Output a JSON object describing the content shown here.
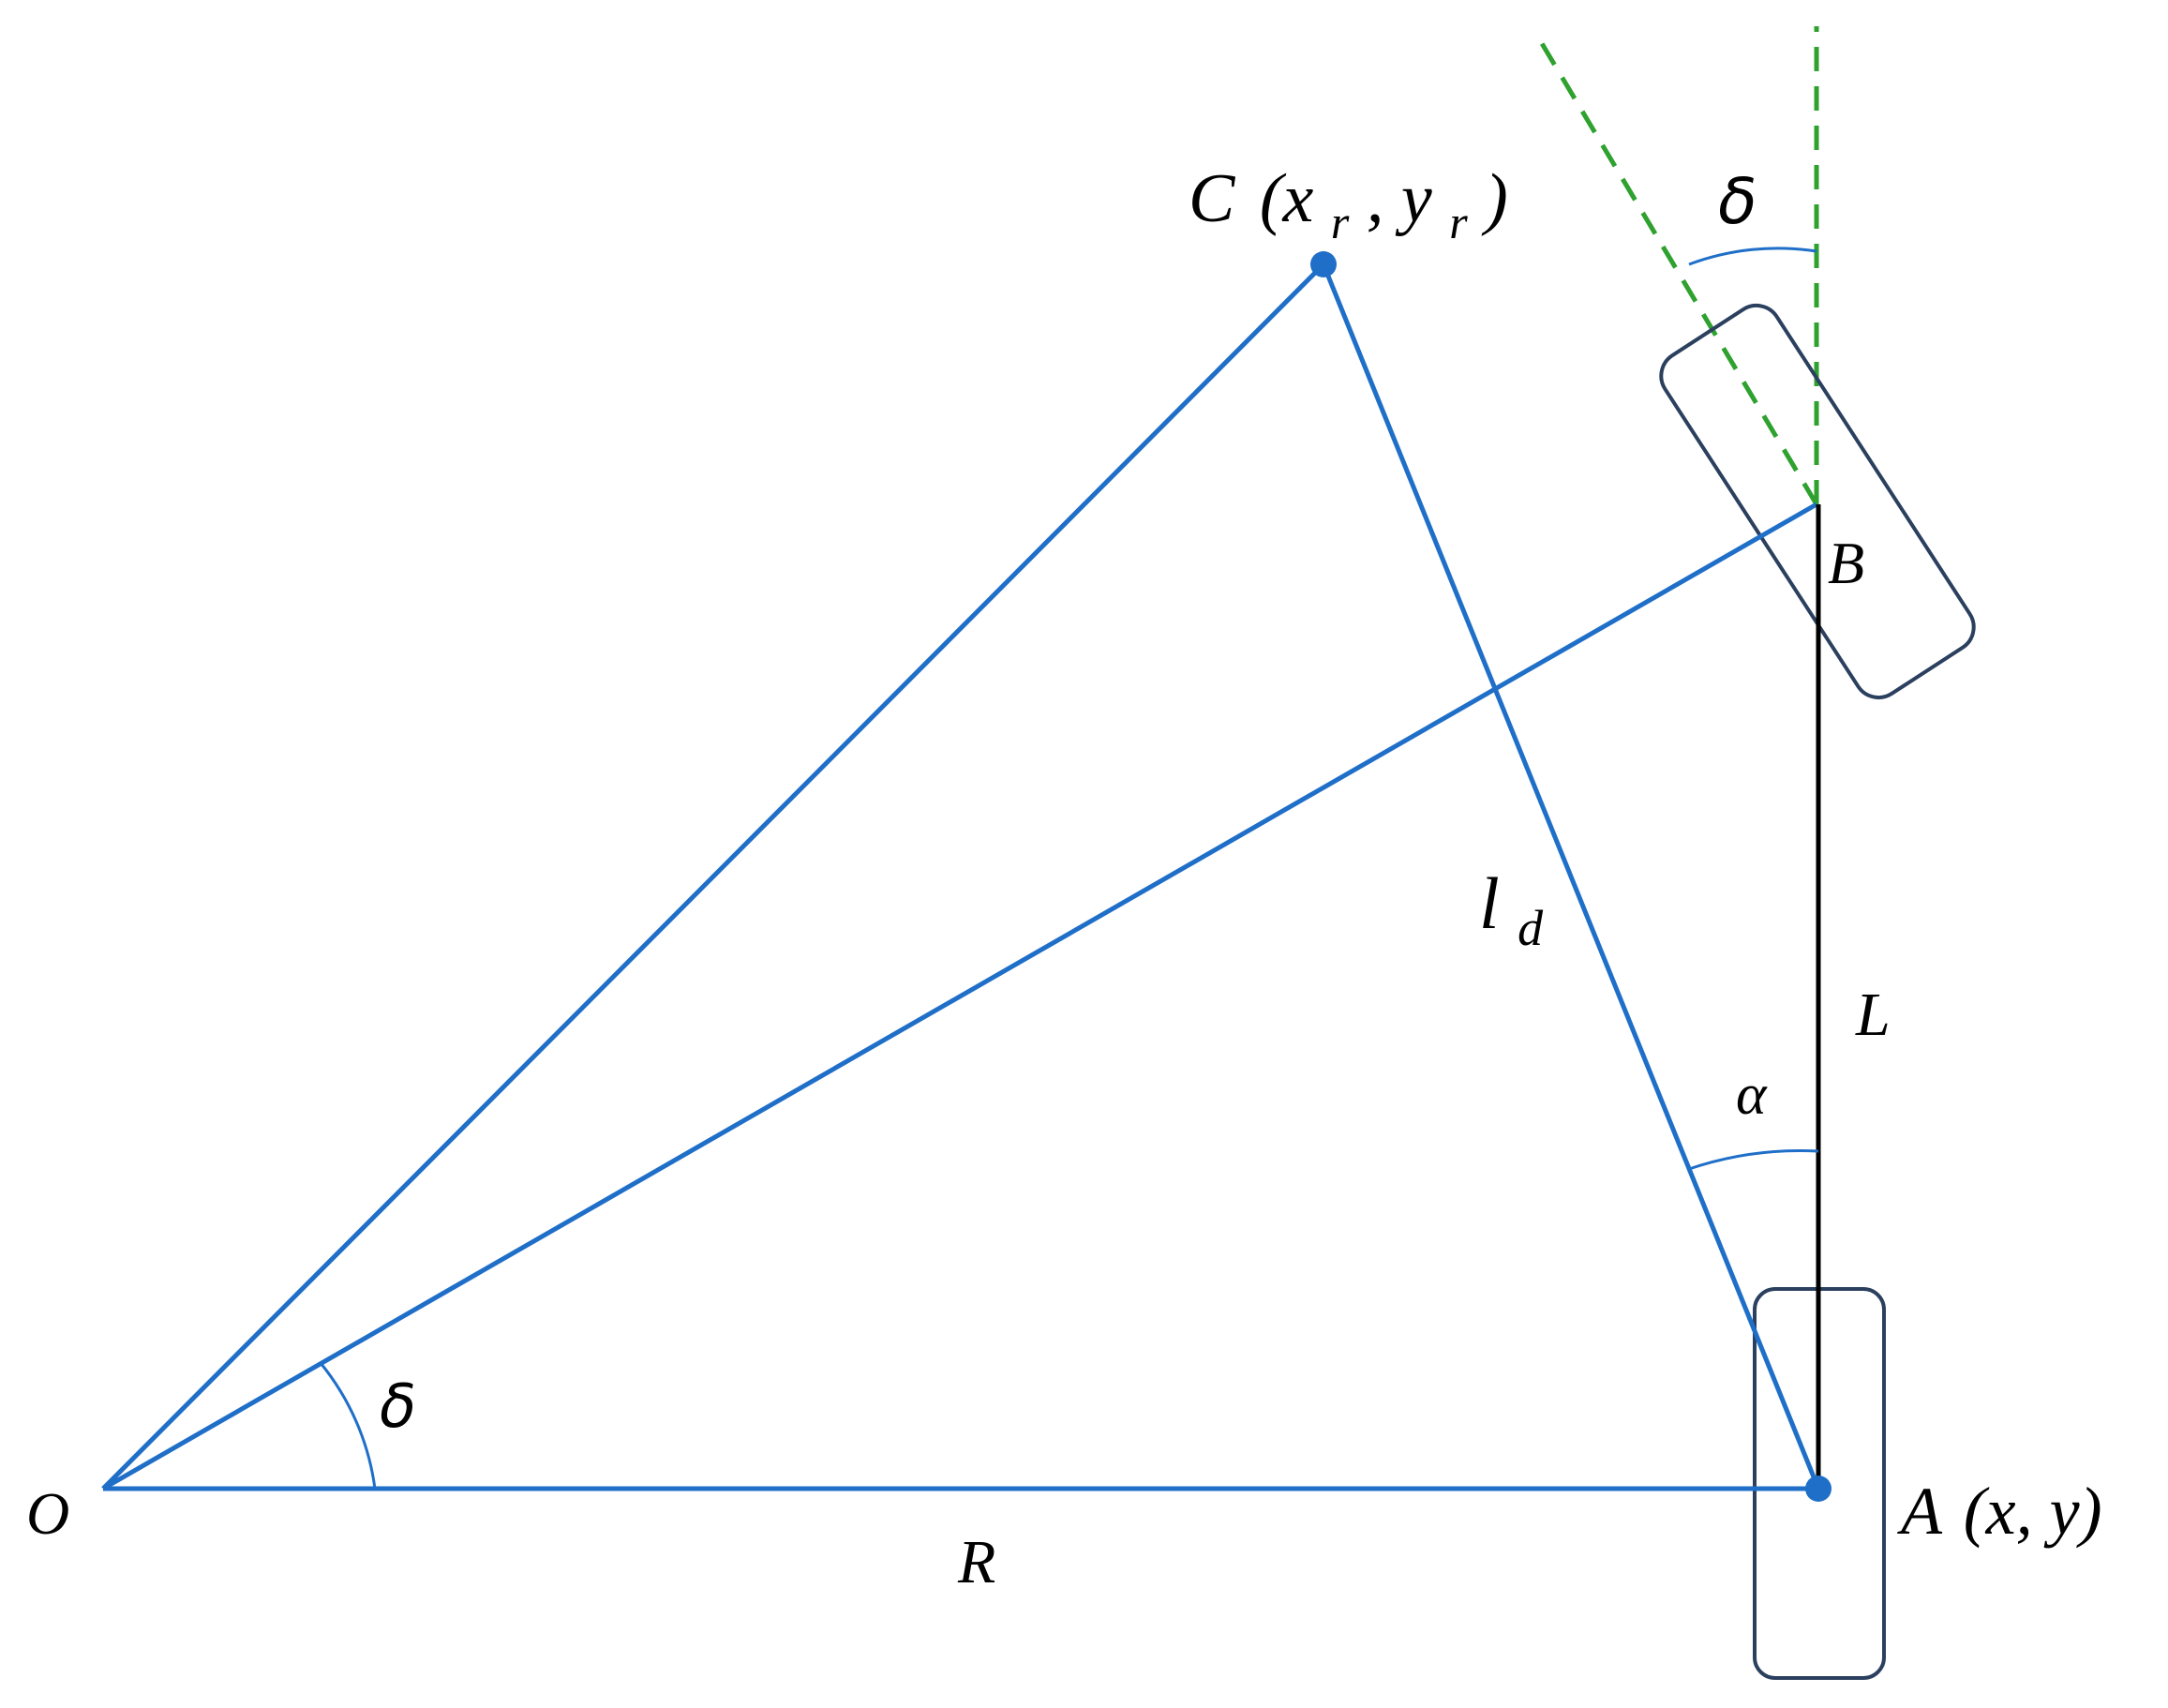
{
  "diagram": {
    "colors": {
      "line": "#1F6FC8",
      "guide": "#2EA12E",
      "wheel": "#2B3F5E",
      "wheelbase": "#000000",
      "label": "#000000"
    },
    "labels": {
      "O": "O",
      "A_name": "A",
      "A_coords": "(x, y)",
      "B": "B",
      "C_name": "C",
      "C_open": "(x",
      "C_sub1": "r",
      "C_mid": ", y",
      "C_sub2": "r",
      "C_close": ")",
      "R": "R",
      "L": "L",
      "ld_main": "l",
      "ld_sub": "d",
      "alpha": "α",
      "delta_center": "δ",
      "delta_wheel": "δ"
    }
  }
}
